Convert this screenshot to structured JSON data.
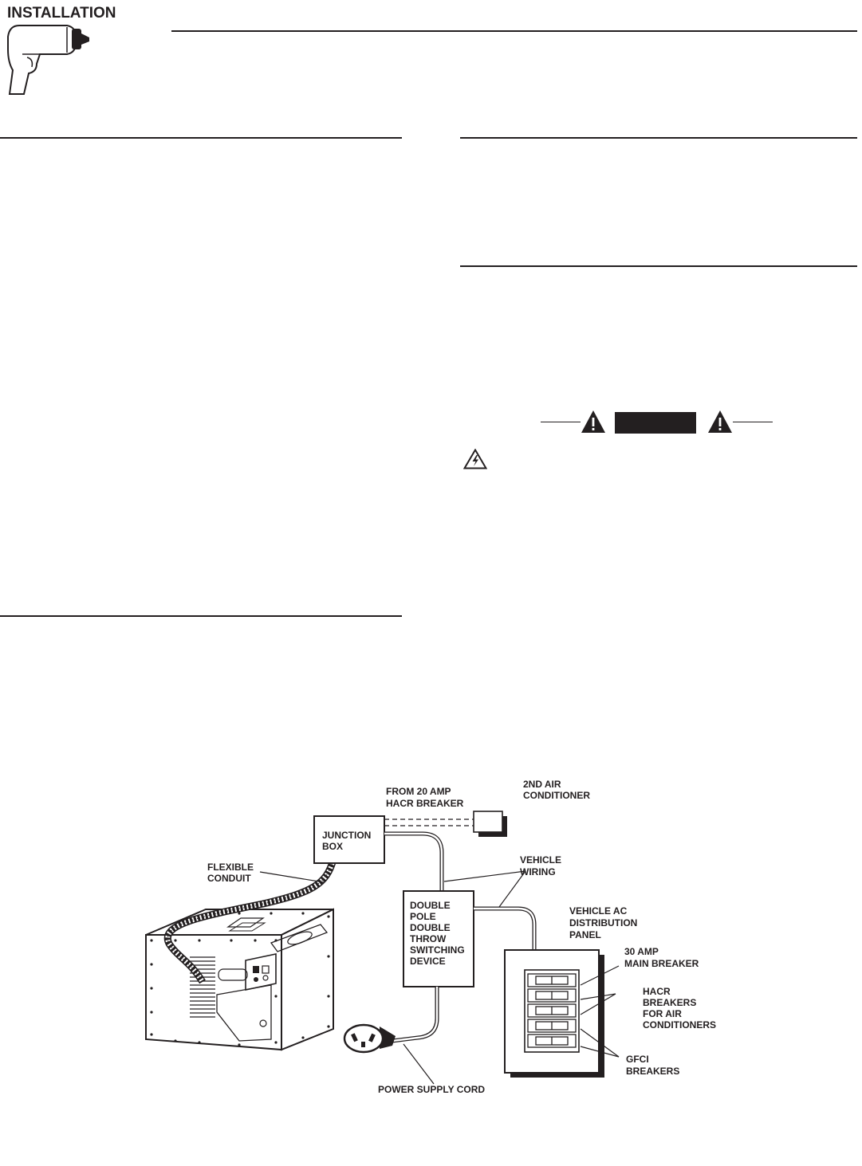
{
  "header": {
    "section_title": "INSTALLATION",
    "icon": "drill-icon"
  },
  "warning": {
    "icon": "warning-triangle-icon",
    "hazard_icon": "electrical-shock-hazard-icon",
    "label": ""
  },
  "diagram": {
    "labels": {
      "from_20_amp_line1": "FROM 20 AMP",
      "from_20_amp_line2": "HACR BREAKER",
      "second_ac_line1": "2ND AIR",
      "second_ac_line2": "CONDITIONER",
      "junction_box_line1": "JUNCTION",
      "junction_box_line2": "BOX",
      "flexible_conduit_line1": "FLEXIBLE",
      "flexible_conduit_line2": "CONDUIT",
      "vehicle_wiring_line1": "VEHICLE",
      "vehicle_wiring_line2": "WIRING",
      "switch_line1": "DOUBLE",
      "switch_line2": "POLE",
      "switch_line3": "DOUBLE",
      "switch_line4": "THROW",
      "switch_line5": "SWITCHING",
      "switch_line6": "DEVICE",
      "panel_line1": "VEHICLE AC",
      "panel_line2": "DISTRIBUTION",
      "panel_line3": "PANEL",
      "main_breaker_line1": "30 AMP",
      "main_breaker_line2": "MAIN BREAKER",
      "hacr_line1": "HACR",
      "hacr_line2": "BREAKERS",
      "hacr_line3": "FOR AIR",
      "hacr_line4": "CONDITIONERS",
      "gfci_line1": "GFCI",
      "gfci_line2": "BREAKERS",
      "power_cord": "POWER SUPPLY CORD"
    }
  }
}
